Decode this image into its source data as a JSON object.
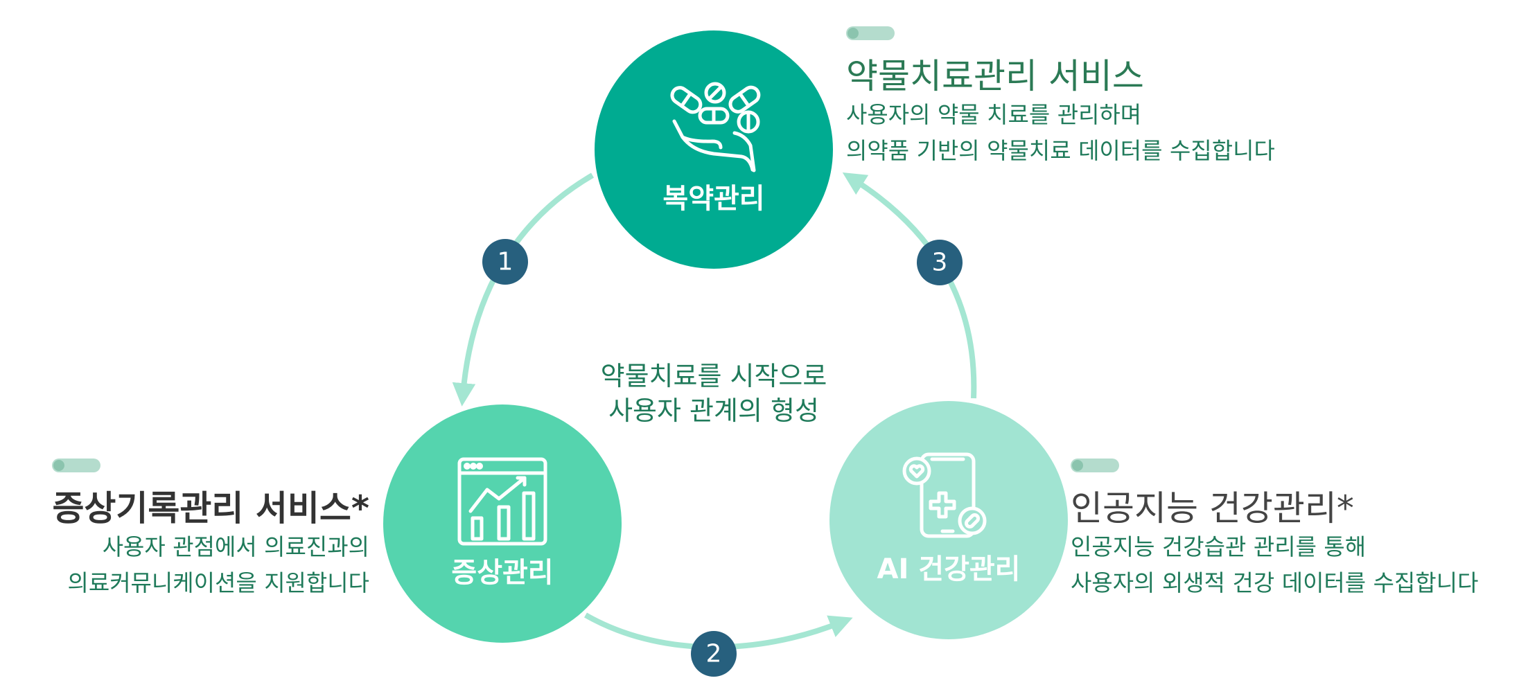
{
  "colors": {
    "node_top": "#00ab91",
    "node_left": "#55d4ae",
    "node_right": "#a1e4d2",
    "arrow": "#a4e6d2",
    "badge": "#27607e",
    "text_green": "#1f7a5a",
    "text_dark": "#333333",
    "text_title_green": "#2b7a55",
    "pill": "#b4dccd",
    "pill_dot": "#8bc4ae"
  },
  "nodes": {
    "top": {
      "label": "복약관리",
      "icon": "pills-hand-icon"
    },
    "left": {
      "label": "증상관리",
      "icon": "growth-chart-icon"
    },
    "right": {
      "label": "AI 건강관리",
      "icon": "health-phone-icon"
    }
  },
  "badges": [
    "1",
    "2",
    "3"
  ],
  "center_caption": {
    "line1": "약물치료를 시작으로",
    "line2": "사용자 관계의 형성"
  },
  "blocks": {
    "medication": {
      "title": "약물치료관리 서비스",
      "desc1": "사용자의 약물 치료를 관리하며",
      "desc2": "의약품 기반의 약물치료 데이터를 수집합니다"
    },
    "symptom": {
      "title": "증상기록관리 서비스*",
      "desc1": "사용자 관점에서 의료진과의",
      "desc2": "의료커뮤니케이션을 지원합니다"
    },
    "ai": {
      "title": "인공지능 건강관리*",
      "desc1": "인공지능 건강습관 관리를 통해",
      "desc2": "사용자의 외생적 건강 데이터를 수집합니다"
    }
  }
}
